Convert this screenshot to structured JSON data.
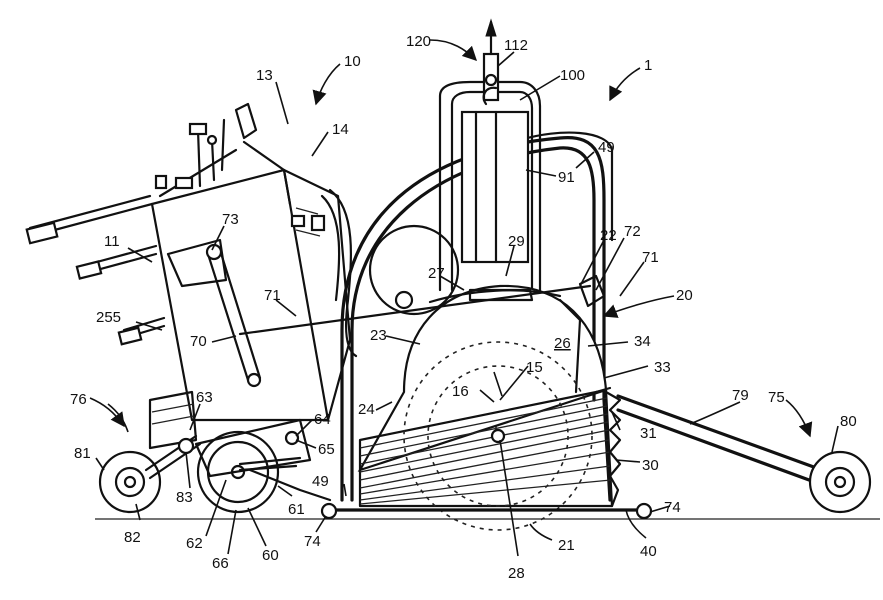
{
  "refs": {
    "r1": "1",
    "r10": "10",
    "r11": "11",
    "r13": "13",
    "r14": "14",
    "r15": "15",
    "r16": "16",
    "r20": "20",
    "r21": "21",
    "r22": "22",
    "r23": "23",
    "r24": "24",
    "r26": "26",
    "r27": "27",
    "r28": "28",
    "r29": "29",
    "r30": "30",
    "r31": "31",
    "r33": "33",
    "r34": "34",
    "r40": "40",
    "r49a": "49",
    "r49b": "49",
    "r60": "60",
    "r61": "61",
    "r62": "62",
    "r63": "63",
    "r64": "64",
    "r65": "65",
    "r66": "66",
    "r70": "70",
    "r71a": "71",
    "r71b": "71",
    "r72": "72",
    "r73": "73",
    "r74a": "74",
    "r74b": "74",
    "r75": "75",
    "r76": "76",
    "r79": "79",
    "r80": "80",
    "r81": "81",
    "r82": "82",
    "r83": "83",
    "r91": "91",
    "r100": "100",
    "r112": "112",
    "r120": "120",
    "r255": "255"
  }
}
